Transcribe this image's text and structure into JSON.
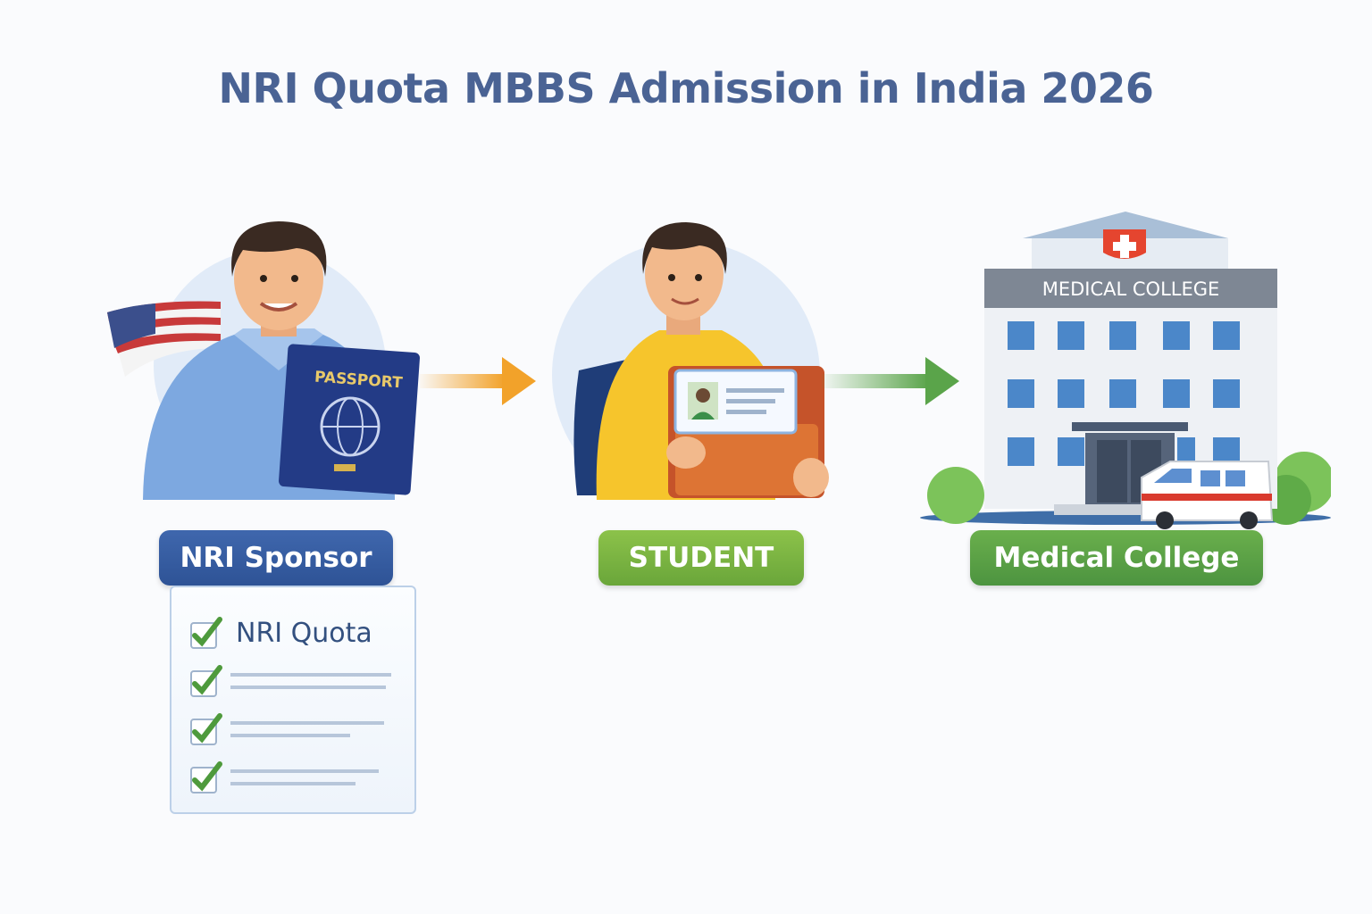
{
  "title": "NRI Quota MBBS Admission in India 2026",
  "steps": [
    {
      "label": "NRI Sponsor",
      "icon": "nri-sponsor-with-passport-illustration"
    },
    {
      "label": "STUDENT",
      "icon": "student-with-documents-illustration"
    },
    {
      "label": "Medical College",
      "icon": "medical-college-building-illustration"
    }
  ],
  "passport_text": "PASSPORT",
  "building_sign": "MEDICAL COLLEGE",
  "checklist": {
    "first_item": "NRI Quota"
  },
  "colors": {
    "title": "#4a6394",
    "sponsor": "#2e5396",
    "student": "#7ab642",
    "college": "#5a9f46",
    "arrow1": "#f2a22a",
    "arrow2": "#5aa44a"
  }
}
